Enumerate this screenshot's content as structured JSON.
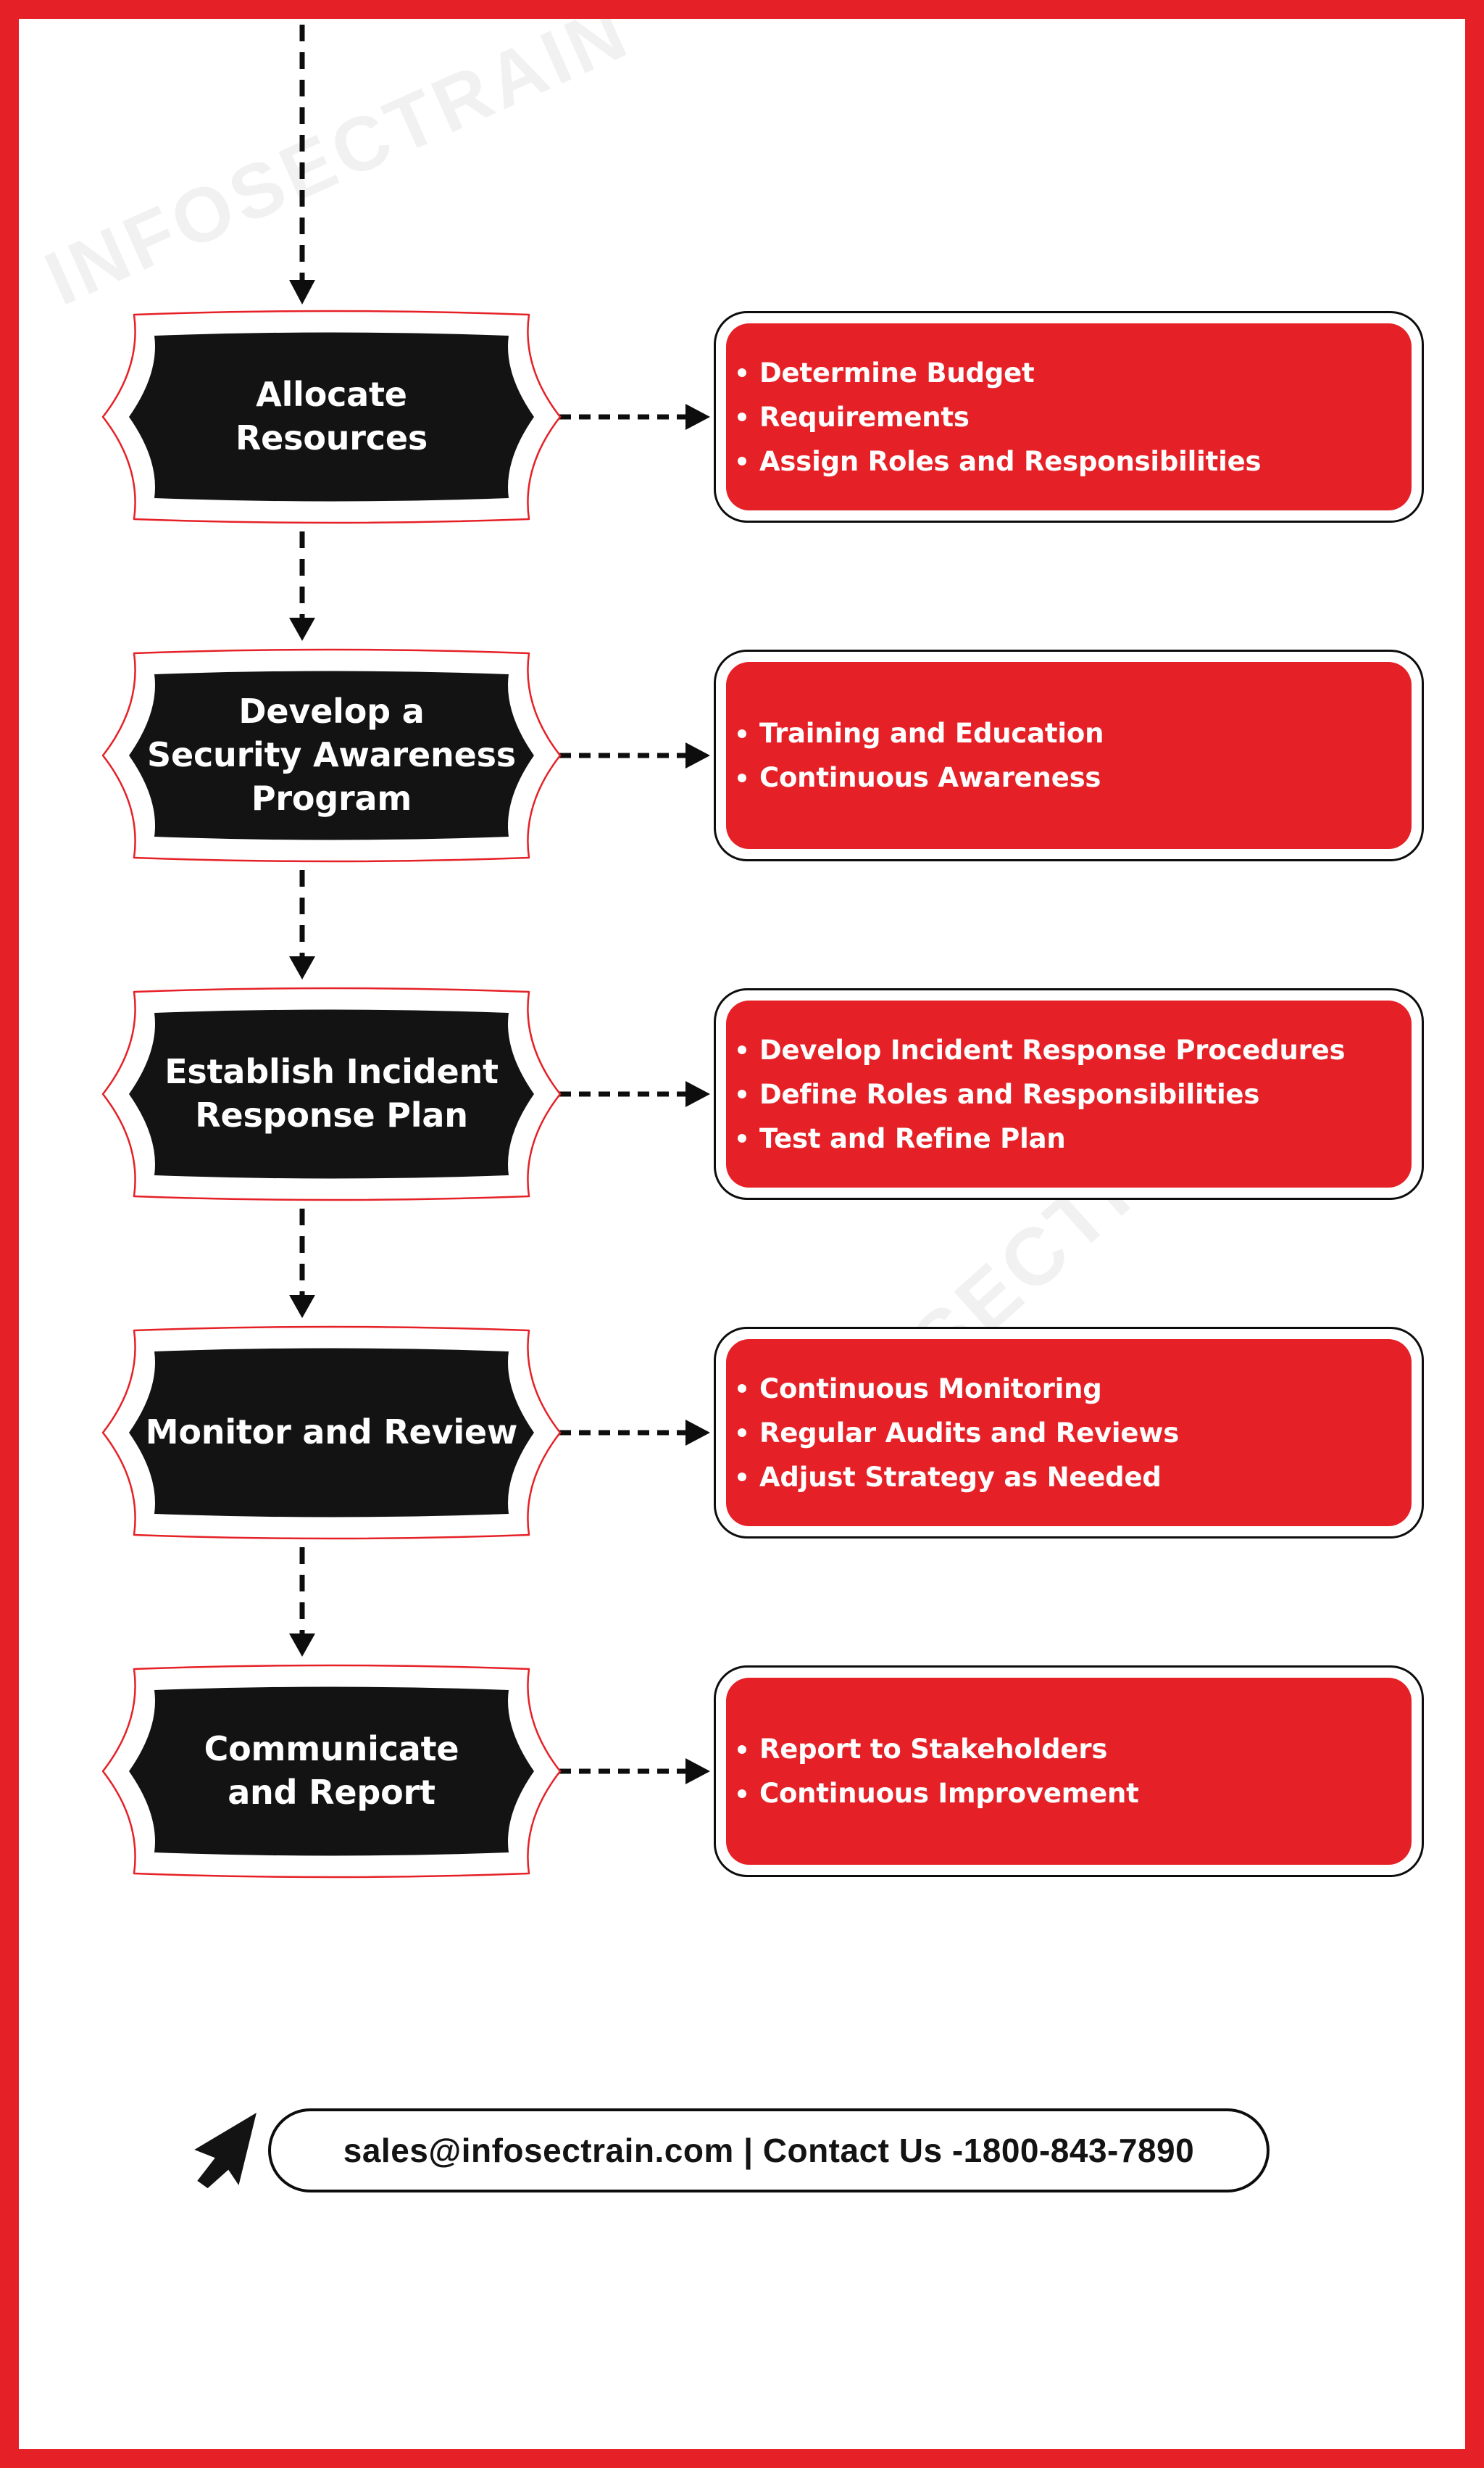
{
  "page": {
    "background": "#ffffff",
    "frame_color": "#e52127",
    "accent_red": "#e52127",
    "ink": "#0d0d0d",
    "shape_black": "#131313",
    "watermark": "INFOSECTRAIN"
  },
  "flow": {
    "steps": [
      {
        "title_lines": [
          "Allocate",
          "Resources"
        ],
        "details": [
          "Determine Budget",
          "Requirements",
          "Assign Roles and Responsibilities"
        ]
      },
      {
        "title_lines": [
          "Develop a",
          "Security Awareness",
          "Program"
        ],
        "details": [
          "Training and Education",
          "Continuous Awareness"
        ]
      },
      {
        "title_lines": [
          "Establish Incident",
          "Response Plan"
        ],
        "details": [
          "Develop Incident Response Procedures",
          "Define Roles and Responsibilities",
          "Test and Refine Plan"
        ]
      },
      {
        "title_lines": [
          "Monitor and Review"
        ],
        "details": [
          "Continuous Monitoring",
          "Regular Audits and Reviews",
          "Adjust Strategy as Needed"
        ]
      },
      {
        "title_lines": [
          "Communicate",
          "and Report"
        ],
        "details": [
          "Report to Stakeholders",
          "Continuous Improvement"
        ]
      }
    ]
  },
  "footer": {
    "contact": "sales@infosectrain.com | Contact Us -1800-843-7890"
  }
}
